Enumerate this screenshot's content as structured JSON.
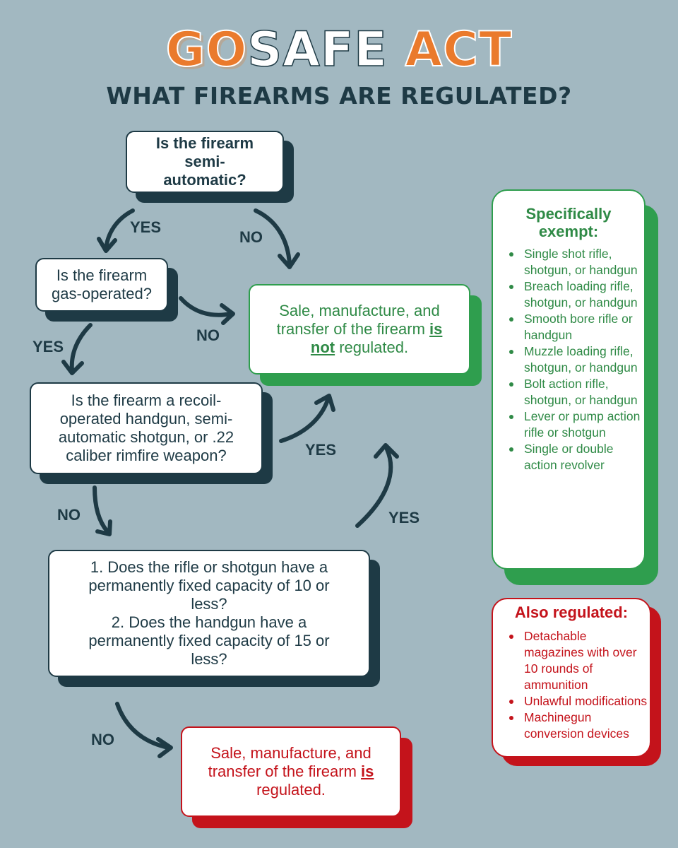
{
  "header": {
    "title_go": "GO",
    "title_safe": "SAFE",
    "title_act": "ACT",
    "subtitle": "WHAT FIREARMS ARE REGULATED?"
  },
  "flow": {
    "q1": "Is the firearm semi-automatic?",
    "q2": "Is the firearm gas-operated?",
    "q3": "Is the firearm a recoil-operated handgun, semi-automatic shotgun, or .22 caliber rimfire weapon?",
    "q4_line1": "1. Does the rifle or shotgun have a permanently fixed capacity of 10 or less?",
    "q4_line2": "2. Does the handgun have a permanently fixed capacity of 15 or less?",
    "result_not": {
      "before": "Sale, manufacture, and transfer of the firearm",
      "emphasis": "is not",
      "after": "regulated."
    },
    "result_is": {
      "before": "Sale, manufacture, and transfer of the firearm",
      "emphasis": "is",
      "after": "regulated."
    }
  },
  "labels": {
    "q1_yes": "YES",
    "q1_no": "NO",
    "q2_yes": "YES",
    "q2_no": "NO",
    "q3_yes": "YES",
    "q3_no": "NO",
    "q4_yes": "YES",
    "q4_no": "NO"
  },
  "exempt": {
    "heading": "Specifically exempt:",
    "items": [
      "Single shot rifle, shotgun, or handgun",
      "Breach loading rifle, shotgun, or handgun",
      "Smooth bore rifle or handgun",
      "Muzzle loading rifle, shotgun, or handgun",
      "Bolt action rifle, shotgun, or handgun",
      "Lever or pump action rifle or shotgun",
      "Single or double action revolver"
    ]
  },
  "also_regulated": {
    "heading": "Also regulated:",
    "items": [
      "Detachable magazines with over 10 rounds of ammunition",
      "Unlawful modifications",
      "Machinegun conversion devices"
    ]
  },
  "colors": {
    "background": "#a2b8c1",
    "navy": "#1e3a45",
    "orange": "#ea7a2c",
    "green": "#2f9e4e",
    "red": "#c4131b"
  }
}
